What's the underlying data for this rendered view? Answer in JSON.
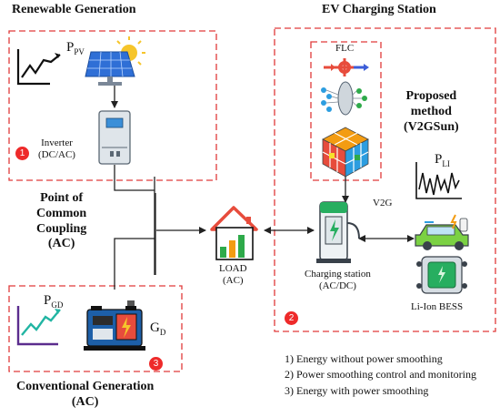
{
  "colors": {
    "dashed_box": "#e03a3a",
    "marker": "#ee2a2a",
    "line": "#222222",
    "solar_panel": "#2f6fd6",
    "sun": "#f6c52b",
    "charger": "#27ae60",
    "load_bar_green": "#2eaa4a",
    "load_bar_orange": "#f39c12",
    "generator_body": "#1d5fa8",
    "generator_panel": "#e74c3c"
  },
  "renewable": {
    "title": "Renewable Generation",
    "ppv_main": "P",
    "ppv_sub": "PV",
    "inverter_label": "Inverter\n(DC/AC)",
    "marker": "1",
    "icons": [
      "rising-trend-chart-icon",
      "solar-panel-icon",
      "inverter-icon"
    ]
  },
  "pcc": {
    "label": "Point of\nCommon\nCoupling\n(AC)"
  },
  "load": {
    "label": "LOAD\n(AC)",
    "icon": "house-load-icon"
  },
  "ev_station": {
    "title": "EV Charging Station",
    "flc_label": "FLC",
    "proposed_label": "Proposed\nmethod\n(V2GSun)",
    "pli_main": "P",
    "pli_sub": "LI",
    "v2g_label": "V2G",
    "charging_label": "Charging station\n(AC/DC)",
    "bess_label": "Li-Ion BESS",
    "marker": "2",
    "icons": [
      "fuzzy-gear-icon",
      "neural-network-icon",
      "rubik-cube-icon",
      "fluctuating-signal-icon",
      "ev-charger-icon",
      "electric-car-icon",
      "battery-pack-icon"
    ]
  },
  "conventional": {
    "title": "Conventional Generation\n(AC)",
    "pgd_main": "P",
    "pgd_sub": "GD",
    "gd_main": "G",
    "gd_sub": "D",
    "marker": "3",
    "icons": [
      "rising-trend-chart-icon",
      "diesel-generator-icon"
    ]
  },
  "legend": [
    "1) Energy without power smoothing",
    "2) Power smoothing control and monitoring",
    "3) Energy with power smoothing"
  ]
}
